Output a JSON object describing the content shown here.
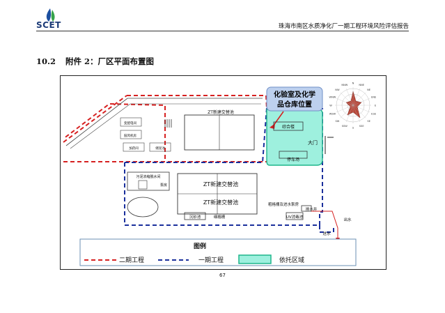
{
  "header": {
    "logo_text": "SCET",
    "report_title": "珠海市南区水质净化厂一期工程环境风险评估报告"
  },
  "section": {
    "number": "10.2",
    "title": "附件 2：厂区平面布置图"
  },
  "figure": {
    "callout": {
      "line1": "化验室及化学",
      "line2": "品仓库位置"
    },
    "labels": {
      "zt_top": "ZT新建交替池",
      "zt_middle_1": "ZT新建交替池",
      "zt_middle_2": "ZT新建交替池",
      "office": "综合楼",
      "gate": "大门",
      "garage": "停车场",
      "sludge_room": "污泥浓缩脱水间",
      "pump_room": "泵房",
      "grit_chamber": "沉砂池",
      "screen": "细格栅",
      "coarse_screen": "粗格栅及进水泵房",
      "uv": "UV消毒池",
      "outfall_well": "排水井",
      "outfall": "出水",
      "inlet": "进水",
      "annex_1": "变配电间",
      "annex_2": "鼓风机房",
      "annex_3": "加药间",
      "annex_4": "储泥池"
    },
    "legend": {
      "title": "图例",
      "phase2": "二期工程",
      "phase1": "一期工程",
      "support": "依托区域"
    },
    "windrose": {
      "directions": [
        "N",
        "NNE",
        "NE",
        "ENE",
        "E",
        "ESE",
        "SE",
        "SSE",
        "S",
        "SSW",
        "SW",
        "WSW",
        "W",
        "WNW",
        "NW",
        "NNW"
      ]
    },
    "colors": {
      "phase2": "#d62020",
      "phase1": "#1a2f9c",
      "support_fill": "#9ef0de",
      "support_border": "#1fb58c",
      "callout_fill": "#bdd0ee",
      "callout_border": "#6f8fc7",
      "water": "#d62020"
    }
  },
  "footer": {
    "page_number": "67"
  }
}
